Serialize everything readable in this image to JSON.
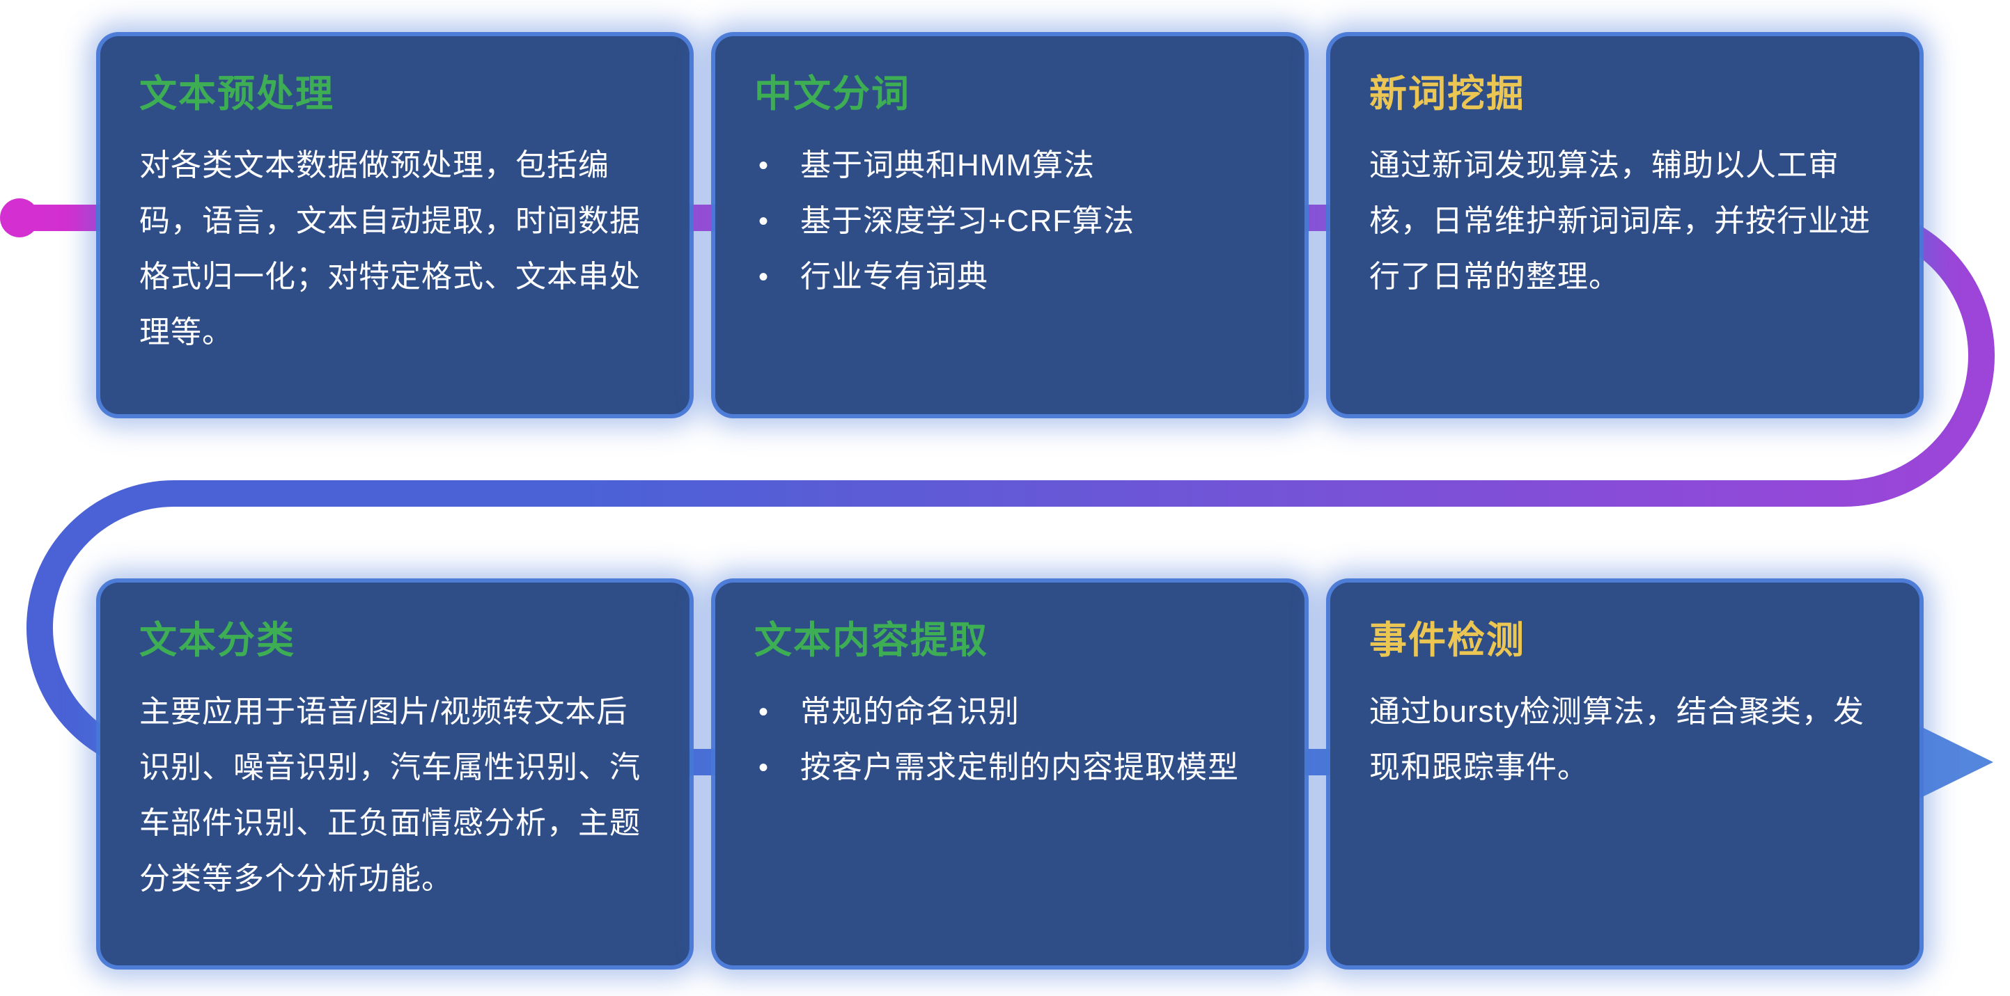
{
  "background_color": "#ffffff",
  "bullet_glyph": "•",
  "flow": {
    "colors": {
      "magenta": "#d42fd0",
      "purple": "#9d45d8",
      "blue": "#4a62d6",
      "blue_light": "#4f82dc",
      "arrow": "#5486dd"
    }
  },
  "cards": [
    {
      "id": "text-preprocessing",
      "title": "文本预处理",
      "title_color": "#3eae54",
      "type": "paragraph",
      "body": "对各类文本数据做预处理，包括编码，语言，文本自动提取，时间数据格式归一化；对特定格式、文本串处理等。"
    },
    {
      "id": "chinese-word-segmentation",
      "title": "中文分词",
      "title_color": "#3eae54",
      "type": "bullets",
      "bullets": [
        "基于词典和HMM算法",
        "基于深度学习+CRF算法",
        "行业专有词典"
      ]
    },
    {
      "id": "new-word-mining",
      "title": "新词挖掘",
      "title_color": "#ecc653",
      "type": "paragraph",
      "body": "通过新词发现算法，辅助以人工审核，日常维护新词词库，并按行业进行了日常的整理。"
    },
    {
      "id": "text-classification",
      "title": "文本分类",
      "title_color": "#3eae54",
      "type": "paragraph",
      "body": "主要应用于语音/图片/视频转文本后识别、噪音识别，汽车属性识别、汽车部件识别、正负面情感分析，主题分类等多个分析功能。"
    },
    {
      "id": "text-content-extraction",
      "title": "文本内容提取",
      "title_color": "#3eae54",
      "type": "bullets",
      "bullets": [
        "常规的命名识别",
        "按客户需求定制的内容提取模型"
      ]
    },
    {
      "id": "event-detection",
      "title": "事件检测",
      "title_color": "#ecc653",
      "type": "paragraph",
      "body": "通过bursty检测算法，结合聚类，发现和跟踪事件。"
    }
  ]
}
